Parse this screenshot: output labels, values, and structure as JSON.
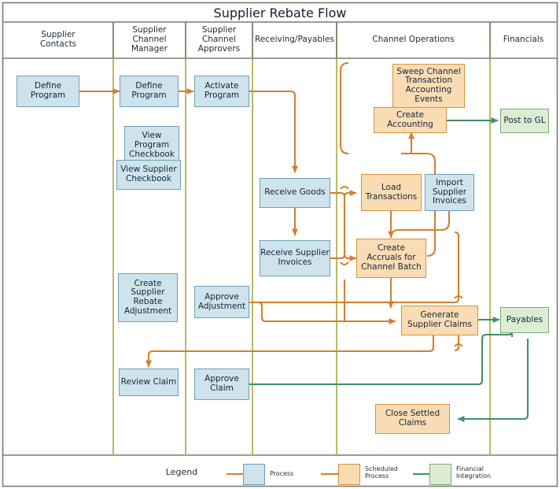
{
  "diagram": {
    "title": "Supplier Rebate Flow",
    "colors": {
      "process_fill": "#cfe3ec",
      "process_stroke": "#6f9fb5",
      "scheduled_fill": "#fadcb4",
      "scheduled_stroke": "#d9913f",
      "financial_fill": "#dcedd4",
      "financial_stroke": "#7aab72",
      "connector_orange": "#d2802f",
      "connector_green": "#3f8f6a",
      "lane_divider": "#a9a93f",
      "frame": "#7b7b72"
    }
  },
  "lanes": [
    {
      "id": "supplier-contacts",
      "label": "Supplier\nContacts"
    },
    {
      "id": "supplier-channel-manager",
      "label": "Supplier\nChannel\nManager"
    },
    {
      "id": "supplier-channel-approvers",
      "label": "Supplier\nChannel\nApprovers"
    },
    {
      "id": "receiving-payables",
      "label": "Receiving/Payables"
    },
    {
      "id": "channel-operations",
      "label": "Channel Operations"
    },
    {
      "id": "financials",
      "label": "Financials"
    }
  ],
  "nodes": [
    {
      "id": "define-program-contacts",
      "label": "Define\nProgram",
      "type": "process",
      "lane": "supplier-contacts"
    },
    {
      "id": "define-program-manager",
      "label": "Define\nProgram",
      "type": "process",
      "lane": "supplier-channel-manager"
    },
    {
      "id": "activate-program",
      "label": "Activate\nProgram",
      "type": "process",
      "lane": "supplier-channel-approvers"
    },
    {
      "id": "view-program-checkbook",
      "label": "View\nProgram\nCheckbook",
      "type": "process",
      "lane": "supplier-channel-manager"
    },
    {
      "id": "view-supplier-checkbook",
      "label": "View Supplier\nCheckbook",
      "type": "process",
      "lane": "supplier-channel-manager"
    },
    {
      "id": "create-supplier-rebate-adjustment",
      "label": "Create\nSupplier\nRebate\nAdjustment",
      "type": "process",
      "lane": "supplier-channel-manager"
    },
    {
      "id": "approve-adjustment",
      "label": "Approve\nAdjustment",
      "type": "process",
      "lane": "supplier-channel-approvers"
    },
    {
      "id": "review-claim",
      "label": "Review Claim",
      "type": "process",
      "lane": "supplier-channel-manager"
    },
    {
      "id": "approve-claim",
      "label": "Approve\nClaim",
      "type": "process",
      "lane": "supplier-channel-approvers"
    },
    {
      "id": "receive-goods",
      "label": "Receive Goods",
      "type": "process",
      "lane": "receiving-payables"
    },
    {
      "id": "receive-supplier-invoices",
      "label": "Receive Supplier\nInvoices",
      "type": "process",
      "lane": "receiving-payables"
    },
    {
      "id": "sweep-channel-transaction-accounting-events",
      "label": "Sweep Channel\nTransaction\nAccounting\nEvents",
      "type": "scheduled",
      "lane": "channel-operations"
    },
    {
      "id": "create-accounting",
      "label": "Create\nAccounting",
      "type": "scheduled",
      "lane": "channel-operations"
    },
    {
      "id": "load-transactions",
      "label": "Load\nTransactions",
      "type": "scheduled",
      "lane": "channel-operations"
    },
    {
      "id": "import-supplier-invoices",
      "label": "Import\nSupplier\nInvoices",
      "type": "process",
      "lane": "channel-operations"
    },
    {
      "id": "create-accruals-for-channel-batch",
      "label": "Create\nAccruals for\nChannel Batch",
      "type": "scheduled",
      "lane": "channel-operations"
    },
    {
      "id": "generate-supplier-claims",
      "label": "Generate\nSupplier Claims",
      "type": "scheduled",
      "lane": "channel-operations"
    },
    {
      "id": "close-settled-claims",
      "label": "Close Settled\nClaims",
      "type": "scheduled",
      "lane": "channel-operations"
    },
    {
      "id": "post-to-gl",
      "label": "Post to GL",
      "type": "financial",
      "lane": "financials"
    },
    {
      "id": "payables",
      "label": "Payables",
      "type": "financial",
      "lane": "financials"
    }
  ],
  "legend": {
    "title": "Legend",
    "items": [
      {
        "id": "legend-process",
        "label": "Process",
        "swatch": "process",
        "arrow": "orange"
      },
      {
        "id": "legend-scheduled",
        "label": "Scheduled\nProcess",
        "swatch": "scheduled",
        "arrow": "orange"
      },
      {
        "id": "legend-financial",
        "label": "Financial\nIntegration",
        "swatch": "financial",
        "arrow": "green"
      }
    ]
  }
}
